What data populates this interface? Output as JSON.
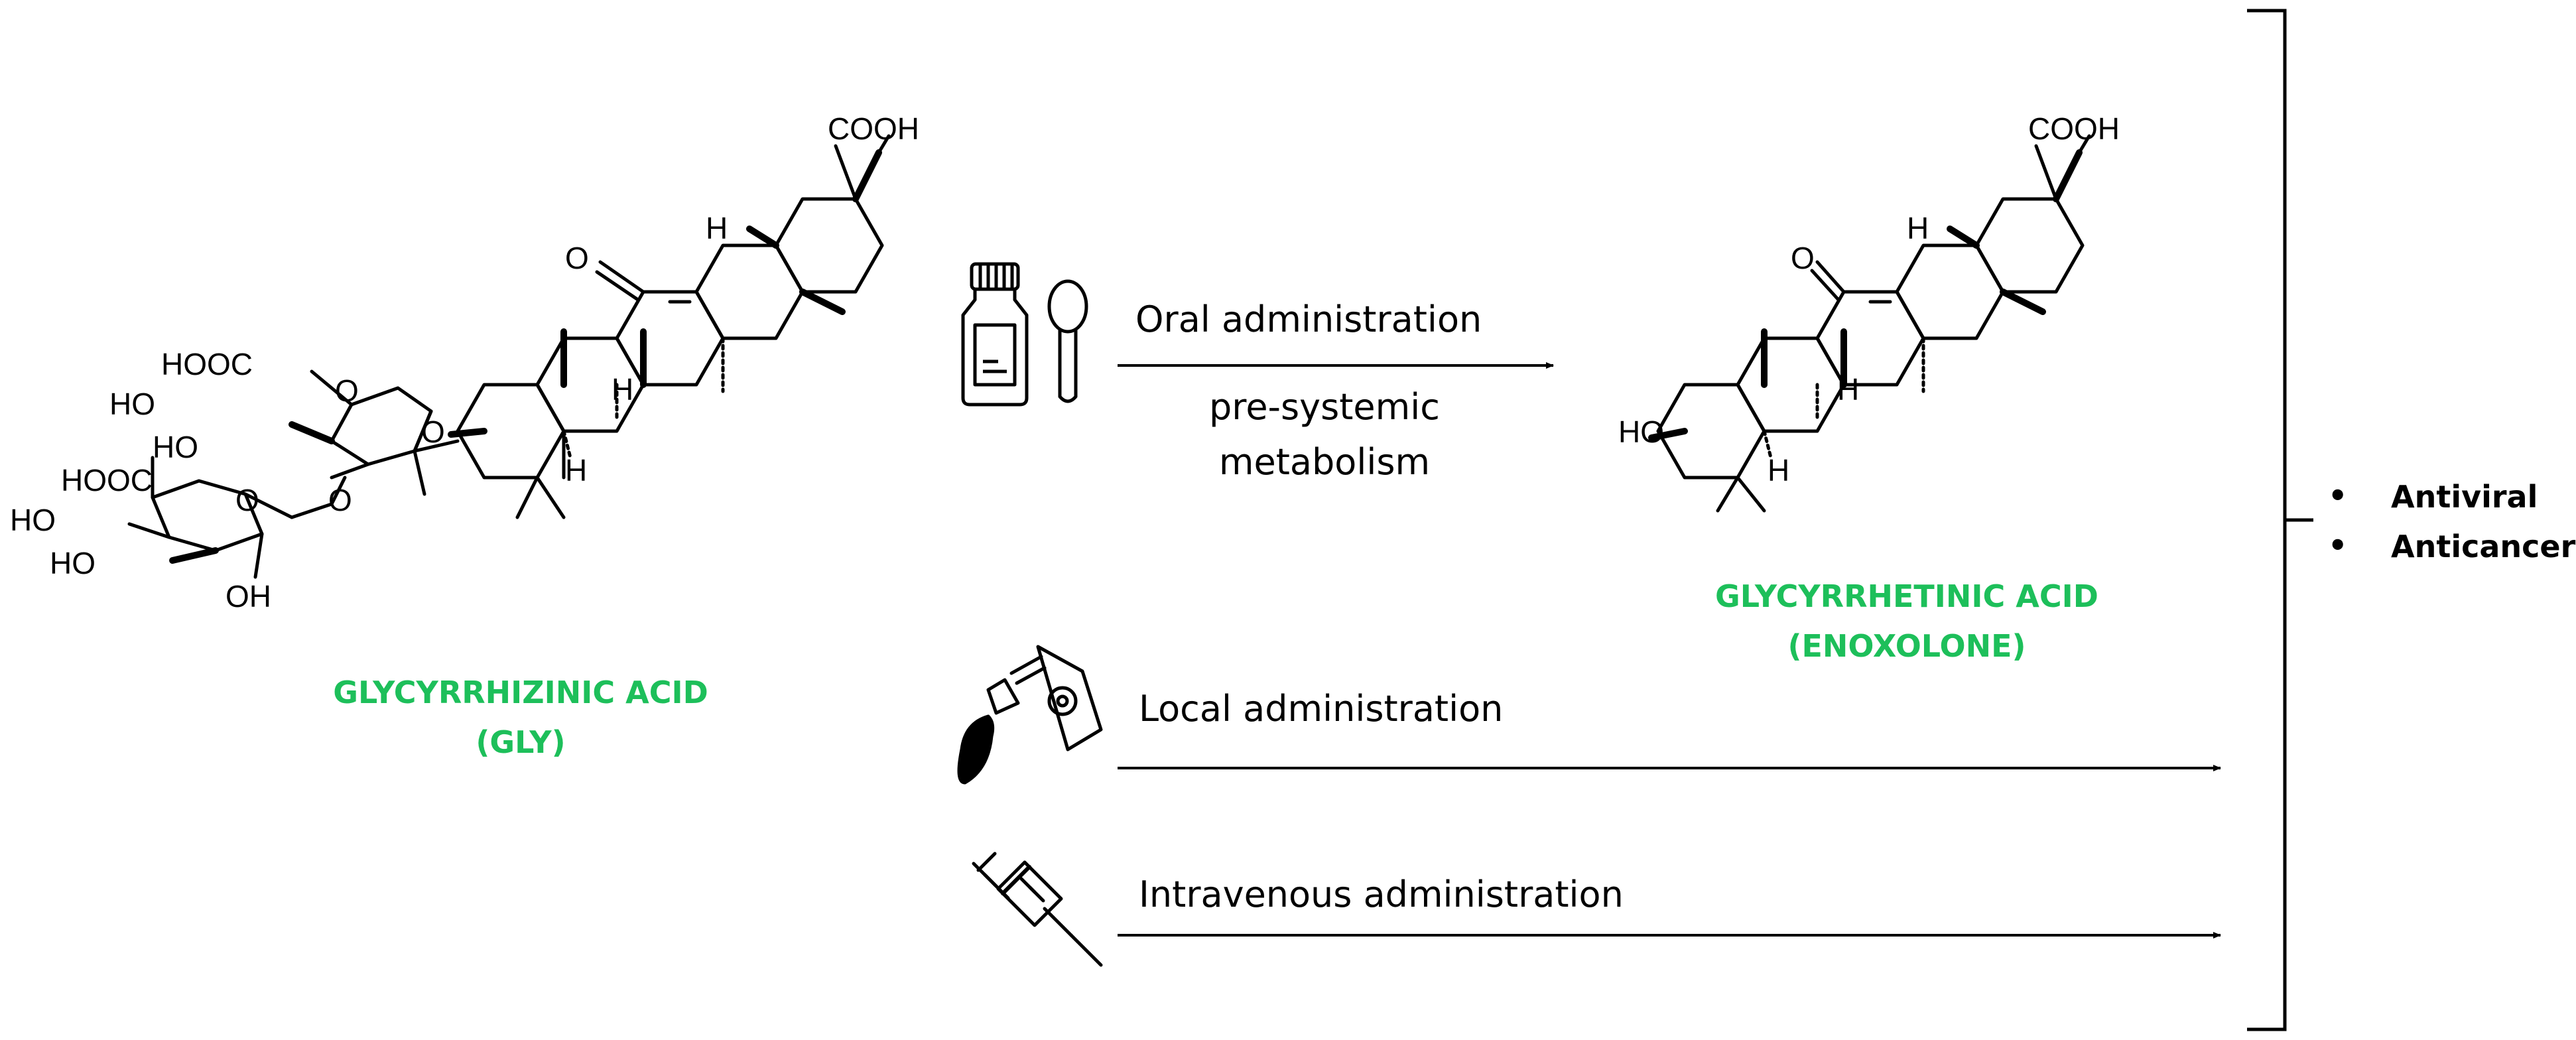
{
  "colors": {
    "compound_name": "#1dbf5a",
    "ink": "#000000"
  },
  "gly": {
    "name_line1": "GLYCYRRHIZINIC ACID",
    "name_line2": "(GLY)",
    "atoms": {
      "cooh": "COOH",
      "h_top": "H",
      "keto": "O",
      "h_mid": "H",
      "h_low": "H",
      "o_link": "O",
      "sugar1_cooh": "HOOC",
      "sugar1_ring_o": "O",
      "sugar1_ho1": "HO",
      "sugar1_ho2": "HO",
      "sugar_link_o": "O",
      "sugar2_cooh": "HOOC",
      "sugar2_ring_o": "O",
      "sugar2_ho1": "HO",
      "sugar2_ho2": "HO",
      "sugar2_oh": "OH"
    }
  },
  "enoxolone": {
    "name_line1": "GLYCYRRHETINIC ACID",
    "name_line2": "(ENOXOLONE)",
    "atoms": {
      "cooh": "COOH",
      "h_top": "H",
      "keto": "O",
      "h_mid": "H",
      "h_low": "H",
      "ho": "HO"
    }
  },
  "routes": {
    "oral": {
      "label": "Oral administration",
      "note_line1": "pre-systemic",
      "note_line2": "metabolism",
      "icon": "medicine-bottle-and-spoon-icon"
    },
    "local": {
      "label": "Local administration",
      "icon": "ointment-tube-icon"
    },
    "iv": {
      "label": "Intravenous administration",
      "icon": "syringe-icon"
    }
  },
  "effects": {
    "bullet": "•",
    "items": [
      "Antiviral",
      "Anticancer"
    ]
  }
}
